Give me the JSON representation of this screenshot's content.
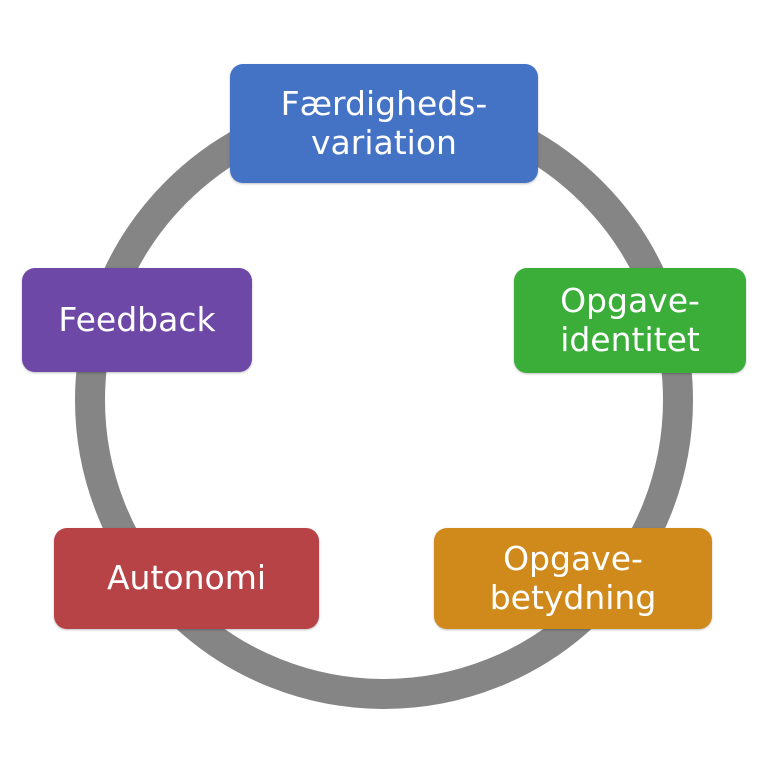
{
  "diagram": {
    "ring_color": "#858585",
    "nodes": [
      {
        "label": "Færdigheds-\nvariation",
        "color": "#4472C4"
      },
      {
        "label": "Opgave-\nidentitet",
        "color": "#3BAE3A"
      },
      {
        "label": "Opgave-\nbetydning",
        "color": "#D08A1C"
      },
      {
        "label": "Autonomi",
        "color": "#B84347"
      },
      {
        "label": "Feedback",
        "color": "#6E48A6"
      }
    ]
  }
}
